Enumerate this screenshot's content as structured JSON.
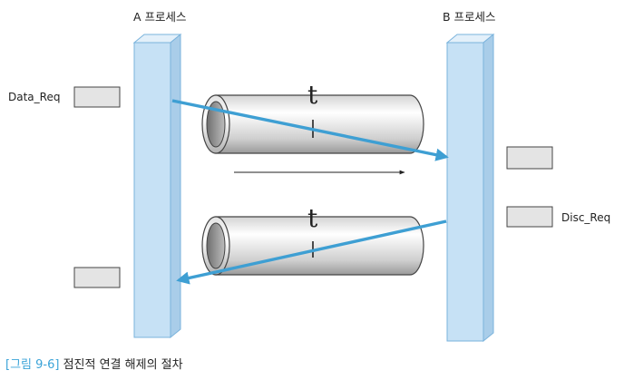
{
  "diagram": {
    "process_a_label": "A 프로세스",
    "process_b_label": "B 프로세스",
    "data_req_label": "Data_Req",
    "disc_req_label": "Disc_Req",
    "tube_top_label": "t",
    "tube_bottom_label": "t",
    "colors": {
      "bar_fill": "#c6e1f5",
      "bar_stroke": "#7ab3dc",
      "arrow": "#3e9fd3",
      "box_fill": "#e4e4e4",
      "box_stroke": "#444444"
    }
  },
  "caption": {
    "number": "[그림 9-6]",
    "title": "점진적 연결 해제의 절차"
  }
}
